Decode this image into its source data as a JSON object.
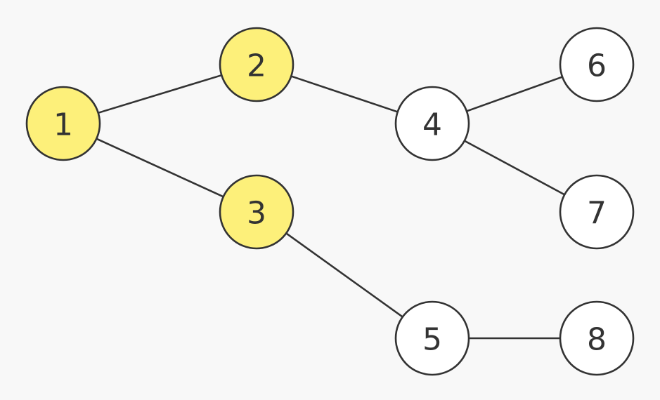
{
  "colors": {
    "background": "#f8f8f8",
    "highlight_fill": "#fdf07a",
    "default_fill": "#ffffff",
    "stroke": "#333333"
  },
  "nodes": [
    {
      "id": "1",
      "label": "1",
      "highlighted": true
    },
    {
      "id": "2",
      "label": "2",
      "highlighted": true
    },
    {
      "id": "3",
      "label": "3",
      "highlighted": true
    },
    {
      "id": "4",
      "label": "4",
      "highlighted": false
    },
    {
      "id": "5",
      "label": "5",
      "highlighted": false
    },
    {
      "id": "6",
      "label": "6",
      "highlighted": false
    },
    {
      "id": "7",
      "label": "7",
      "highlighted": false
    },
    {
      "id": "8",
      "label": "8",
      "highlighted": false
    }
  ],
  "edges": [
    {
      "from": "1",
      "to": "2"
    },
    {
      "from": "1",
      "to": "3"
    },
    {
      "from": "2",
      "to": "4"
    },
    {
      "from": "3",
      "to": "5"
    },
    {
      "from": "4",
      "to": "6"
    },
    {
      "from": "4",
      "to": "7"
    },
    {
      "from": "5",
      "to": "8"
    }
  ]
}
